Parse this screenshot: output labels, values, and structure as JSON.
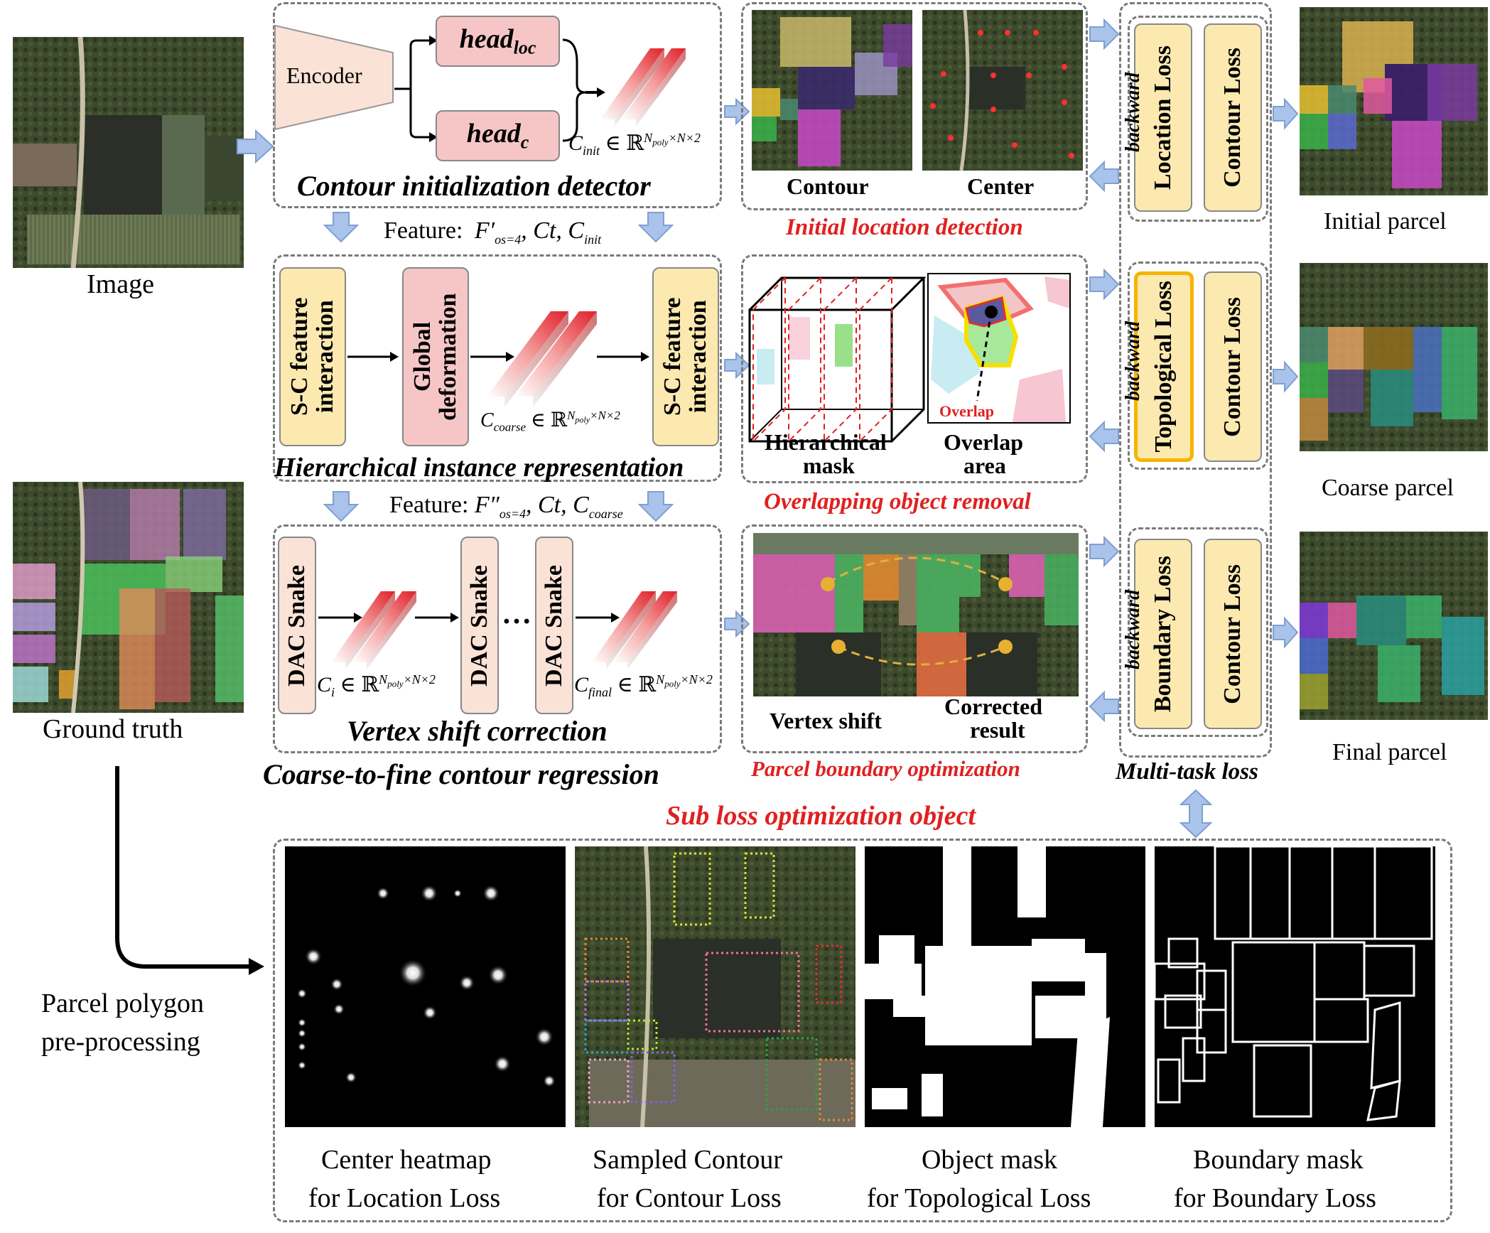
{
  "left": {
    "image_label": "Image",
    "gt_label": "Ground truth",
    "preprocess_label_1": "Parcel polygon",
    "preprocess_label_2": "pre-processing"
  },
  "row1": {
    "encoder": "Encoder",
    "head_loc": "head",
    "head_loc_sub": "loc",
    "head_c": "head",
    "head_c_sub": "c",
    "c_init": "C",
    "c_init_sub": "init",
    "c_init_rest": "∈ ℝ",
    "n_poly_sup": "N",
    "n_poly_sub": "poly",
    "n_dim": "×N×2",
    "title": "Contour initialization detector",
    "feature_prefix": "Feature:",
    "feature_1": "F′",
    "feature_1_sub": "os=4",
    "feature_1_rest": ", Ct, C",
    "feature_1_last_sub": "init"
  },
  "row1_right": {
    "contour": "Contour",
    "center": "Center",
    "title": "Initial location detection"
  },
  "row2": {
    "sc1": "S-C feature interaction",
    "global": "Global deformation",
    "sc2": "S-C feature interaction",
    "c_coarse": "C",
    "c_coarse_sub": "coarse",
    "title": "Hierarchical instance representation",
    "feature_prefix": "Feature:",
    "feature_2": "F″",
    "feature_2_sub": "os=4",
    "feature_2_rest": ", Ct, C",
    "feature_2_last_sub": "coarse"
  },
  "row2_right": {
    "hier_1": "Hierarchical",
    "hier_2": "mask",
    "overlap_1": "Overlap",
    "overlap_2": "area",
    "overlap_tag": "Overlap",
    "title": "Overlapping object removal"
  },
  "row3": {
    "dac1": "DAC Snake",
    "dac2": "DAC Snake",
    "dac3": "DAC Snake",
    "dots": "…",
    "c_i": "C",
    "c_i_sub": "i",
    "c_final": "C",
    "c_final_sub": "final",
    "title": "Vertex shift correction",
    "section_title": "Coarse-to-fine contour regression"
  },
  "row3_right": {
    "vertex_shift": "Vertex shift",
    "corrected_1": "Corrected",
    "corrected_2": "result",
    "title": "Parcel boundary optimization"
  },
  "loss": {
    "location": "Location Loss",
    "contour": "Contour Loss",
    "topological": "Topological Loss",
    "boundary": "Boundary Loss",
    "backward": "backward",
    "title": "Multi-task loss"
  },
  "outputs": {
    "initial": "Initial parcel",
    "coarse": "Coarse parcel",
    "final": "Final parcel"
  },
  "bottom": {
    "title": "Sub loss optimization object",
    "p1_line1": "Center heatmap",
    "p1_line2": "for Location Loss",
    "p2_line1": "Sampled Contour",
    "p2_line2": "for Contour Loss",
    "p3_line1": "Object mask",
    "p3_line2": "for Topological Loss",
    "p4_line1": "Boundary mask",
    "p4_line2": "for Boundary Loss"
  },
  "colors": {
    "dash_border": "#7a7a7a",
    "title_red": "#e02020",
    "loss_block": "#fce9b0",
    "head_block": "#f6c6c6",
    "encoder_block": "#fbe2d6",
    "arrow_blue": "#a9c3ea",
    "topo_border": "#f5b400"
  }
}
